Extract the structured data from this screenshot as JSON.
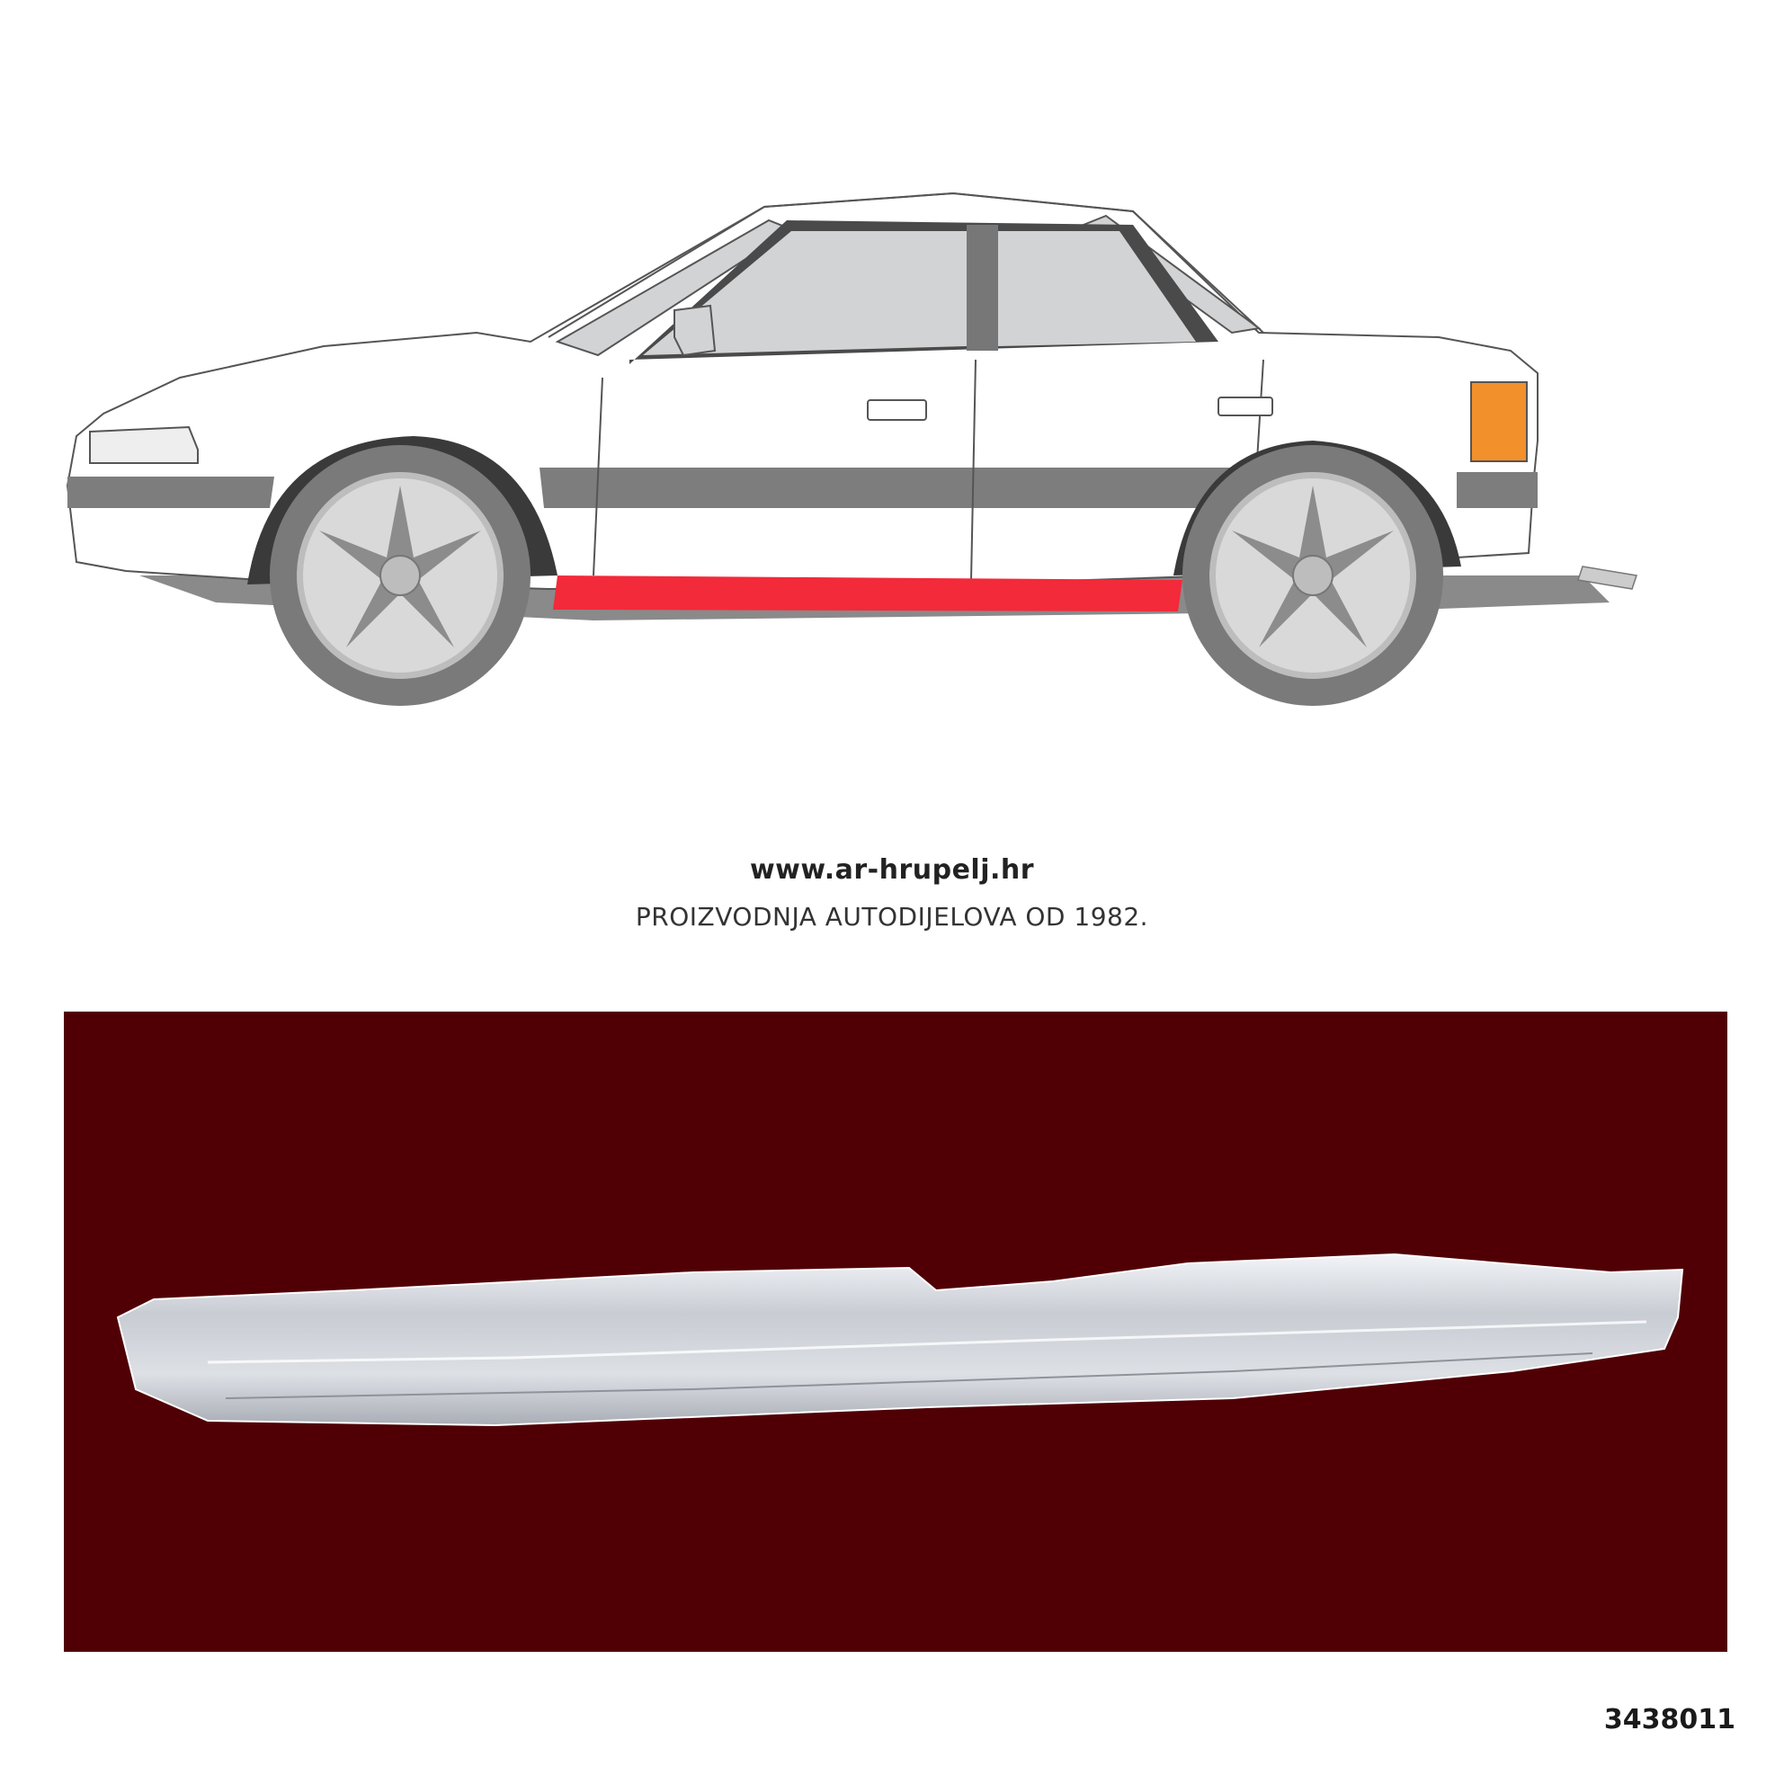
{
  "brand": {
    "website": "www.ar-hrupelj.hr",
    "tagline": "PROIZVODNJA AUTODIJELOVA OD 1982."
  },
  "product": {
    "part_number": "3438011"
  },
  "colors": {
    "highlight": "#f22a3a",
    "panel_background": "#500005",
    "body_trim": "#7d7d7d",
    "glass": "#d2d3d5",
    "indicator": "#f2902c"
  }
}
